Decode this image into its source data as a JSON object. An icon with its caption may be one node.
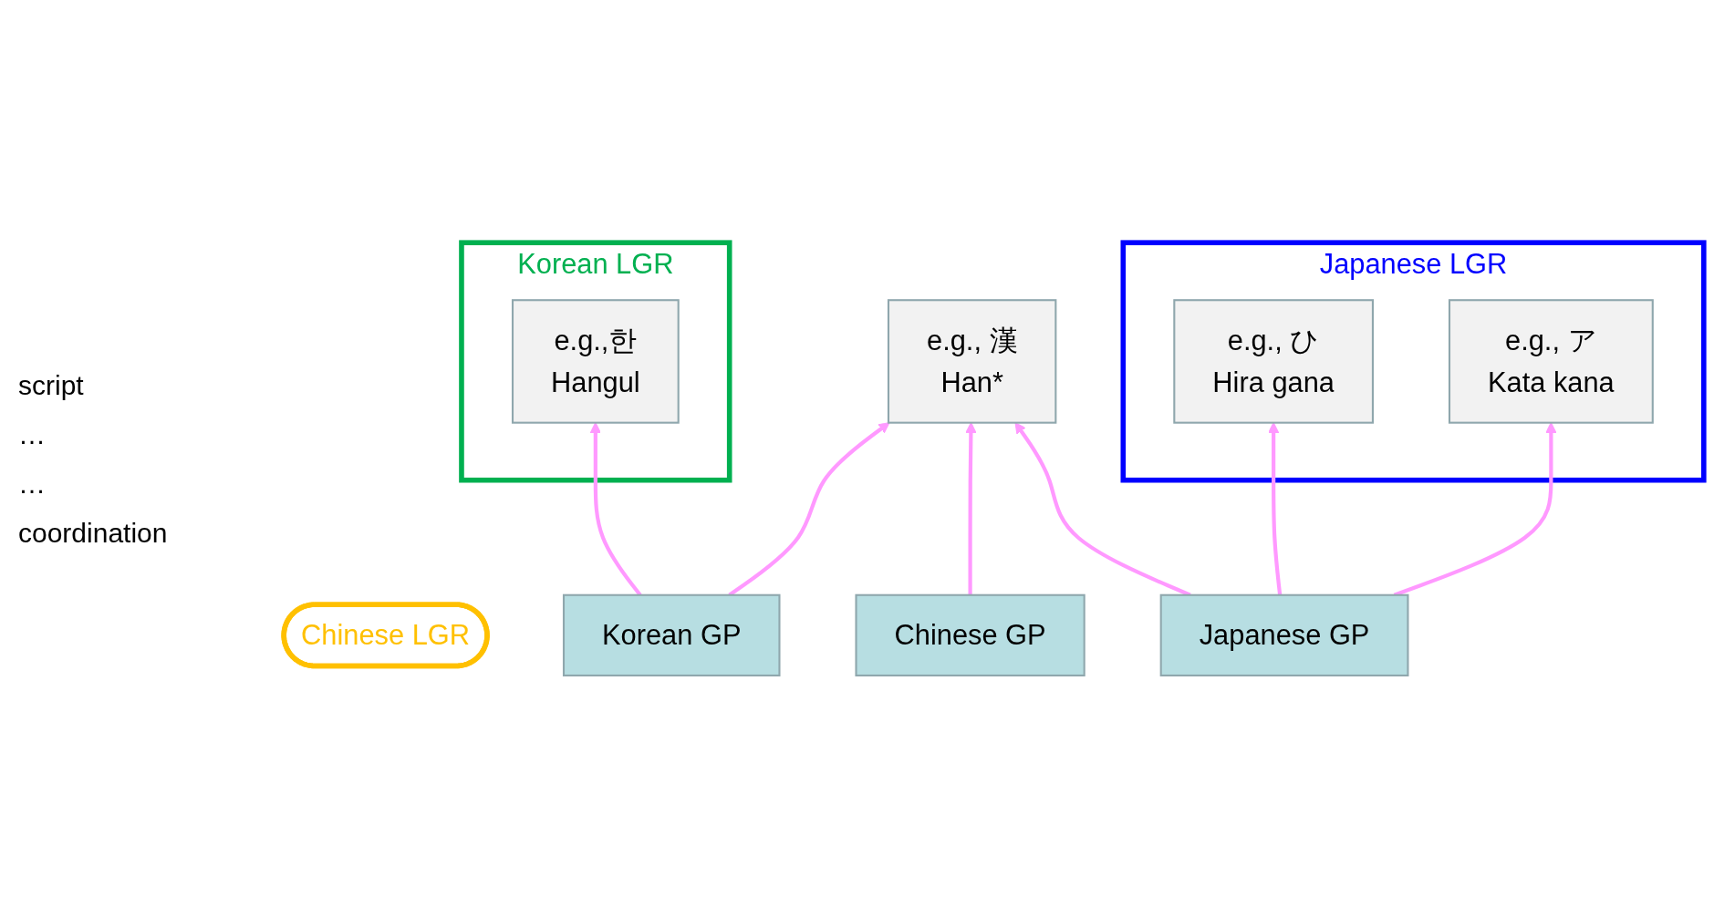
{
  "diagram": {
    "nodes": [
      {
        "text": [
          "Japanese LGR"
        ]
      },
      {
        "text": [
          "e.g., ひ",
          "Hira gana"
        ],
        "in": 0
      },
      {
        "text": [
          "e.g., ア",
          "Kata kana"
        ],
        "in": 0
      },
      {
        "text": [
          "Chinese LGR"
        ]
      },
      {
        "text": [
          "e.g., 漢",
          "Han*"
        ]
      },
      {
        "text": [
          "Korean LGR"
        ]
      },
      {
        "text": [
          "e.g.,한",
          "Hangul"
        ],
        "in": 5
      },
      {
        "text": [
          "Japanese GP"
        ]
      },
      {
        "text": [
          "Chinese GP"
        ]
      },
      {
        "text": [
          "Korean GP"
        ]
      }
    ],
    "edges": [
      {
        "from": 7,
        "to": 1,
        "arrow": "to"
      },
      {
        "from": 7,
        "to": 2,
        "arrow": "to"
      },
      {
        "from": 7,
        "to": 4,
        "arrow": "to"
      },
      {
        "from": 8,
        "to": 4,
        "arrow": "to"
      },
      {
        "from": 9,
        "to": 4,
        "arrow": "to"
      },
      {
        "from": 9,
        "to": 6,
        "arrow": "to"
      }
    ],
    "labels": [
      "script",
      "…",
      "…",
      "coordination"
    ]
  }
}
